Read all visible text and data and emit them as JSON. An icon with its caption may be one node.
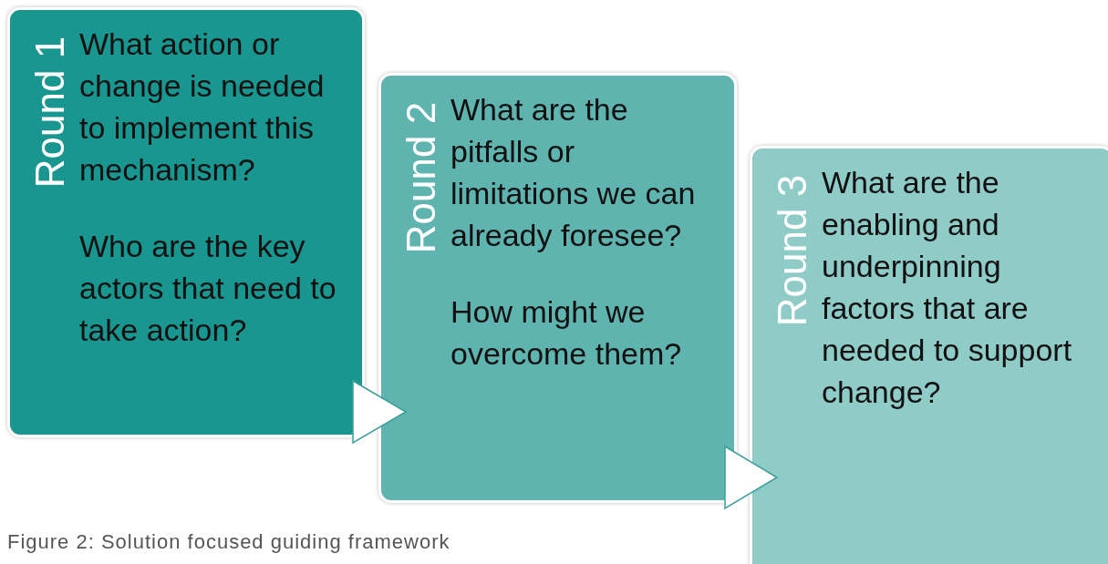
{
  "diagram": {
    "caption": "Figure 2: Solution focused guiding framework",
    "nodes": [
      {
        "text": [
          "Round 1",
          "What action or change is needed to implement this mechanism?",
          "Who are the key actors that need to take action?"
        ]
      },
      {
        "text": [
          "Round 2",
          "What are the pitfalls or limitations we can already foresee?",
          "How might we overcome them?"
        ]
      },
      {
        "text": [
          "Round 3",
          "What are the enabling and underpinning factors that are needed to support change?"
        ]
      }
    ],
    "edges": [
      {
        "from": 0,
        "to": 1,
        "arrow": "to"
      },
      {
        "from": 1,
        "to": 2,
        "arrow": "to"
      }
    ]
  }
}
